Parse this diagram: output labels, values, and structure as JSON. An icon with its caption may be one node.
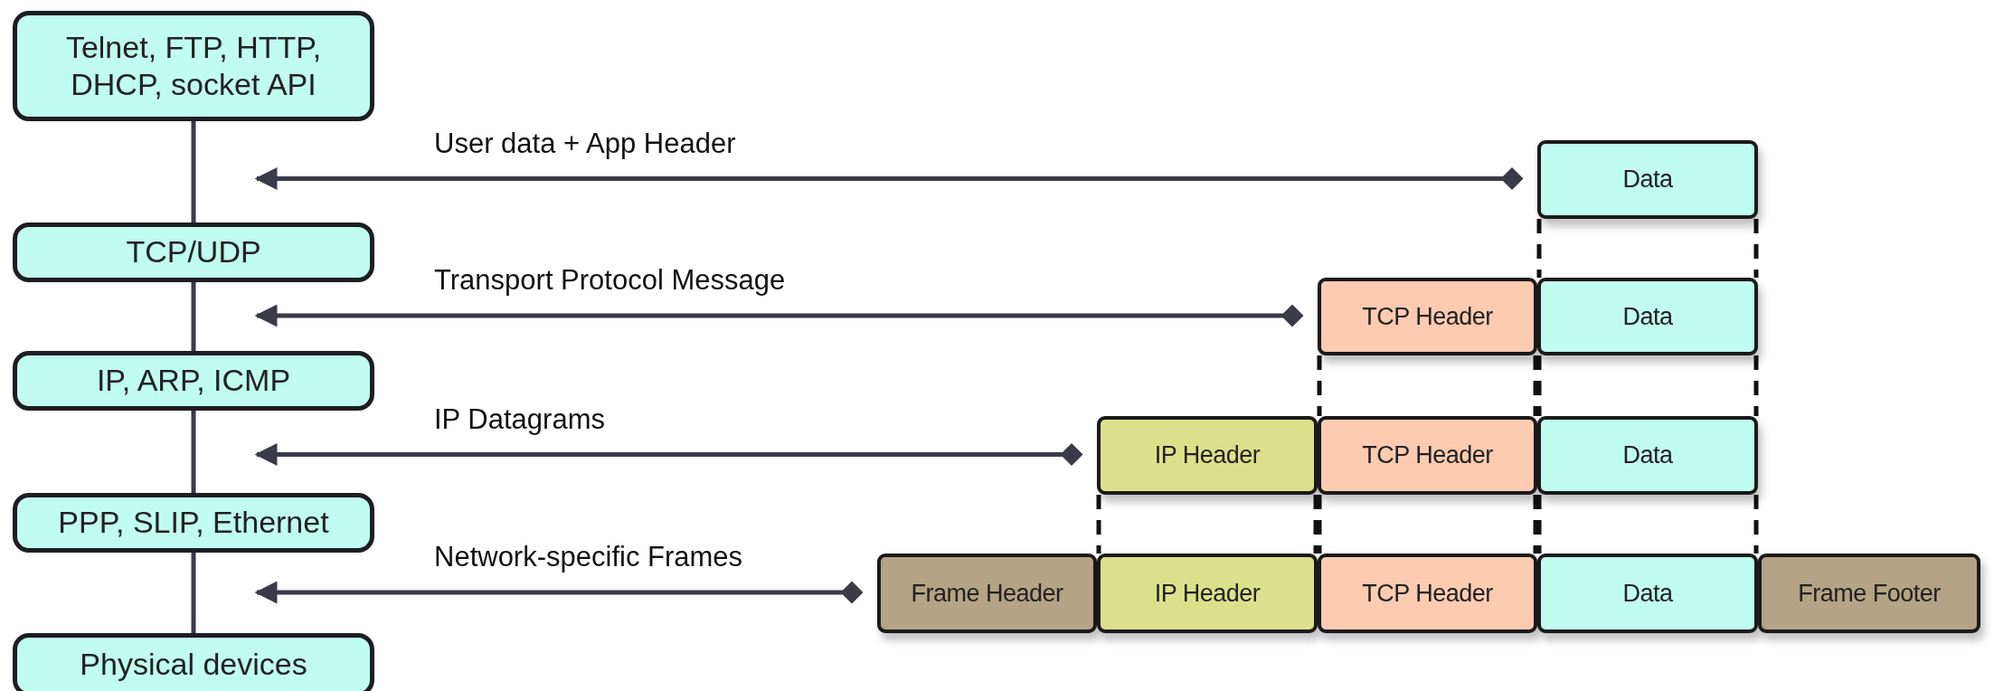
{
  "diagram": {
    "nodes": [
      {
        "text": [
          "Telnet, FTP, HTTP, DHCP, socket API"
        ]
      },
      {
        "text": [
          "TCP/UDP"
        ]
      },
      {
        "text": [
          "IP, ARP, ICMP"
        ]
      },
      {
        "text": [
          "PPP, SLIP, Ethernet"
        ]
      },
      {
        "text": [
          "Physical devices"
        ]
      },
      {
        "text": [
          "Data"
        ]
      },
      {
        "text": [
          "TCP Header"
        ]
      },
      {
        "text": [
          "Data"
        ]
      },
      {
        "text": [
          "IP Header"
        ]
      },
      {
        "text": [
          "TCP Header"
        ]
      },
      {
        "text": [
          "Data"
        ]
      },
      {
        "text": [
          "Frame Header"
        ]
      },
      {
        "text": [
          "IP Header"
        ]
      },
      {
        "text": [
          "TCP Header"
        ]
      },
      {
        "text": [
          "Data"
        ]
      },
      {
        "text": [
          "Frame Footer"
        ]
      }
    ],
    "edges": [
      {
        "from": 0,
        "to": 1,
        "arrow": "none"
      },
      {
        "from": 1,
        "to": 2,
        "arrow": "none"
      },
      {
        "from": 2,
        "to": 3,
        "arrow": "none"
      },
      {
        "from": 3,
        "to": 4,
        "arrow": "none"
      },
      {
        "from": 5,
        "to": 1,
        "arrow": "to",
        "label": "User data + App Header"
      },
      {
        "from": 6,
        "to": 1,
        "arrow": "to",
        "label": "Transport Protocol Message"
      },
      {
        "from": 8,
        "to": 2,
        "arrow": "to",
        "label": "IP Datagrams"
      },
      {
        "from": 11,
        "to": 3,
        "arrow": "to",
        "label": "Network-specific Frames"
      },
      {
        "from": 5,
        "to": 7,
        "arrow": "none",
        "style": "dashed"
      },
      {
        "from": 6,
        "to": 9,
        "arrow": "none",
        "style": "dashed"
      },
      {
        "from": 7,
        "to": 10,
        "arrow": "none",
        "style": "dashed"
      },
      {
        "from": 8,
        "to": 12,
        "arrow": "none",
        "style": "dashed"
      },
      {
        "from": 9,
        "to": 13,
        "arrow": "none",
        "style": "dashed"
      },
      {
        "from": 10,
        "to": 14,
        "arrow": "none",
        "style": "dashed"
      }
    ]
  }
}
